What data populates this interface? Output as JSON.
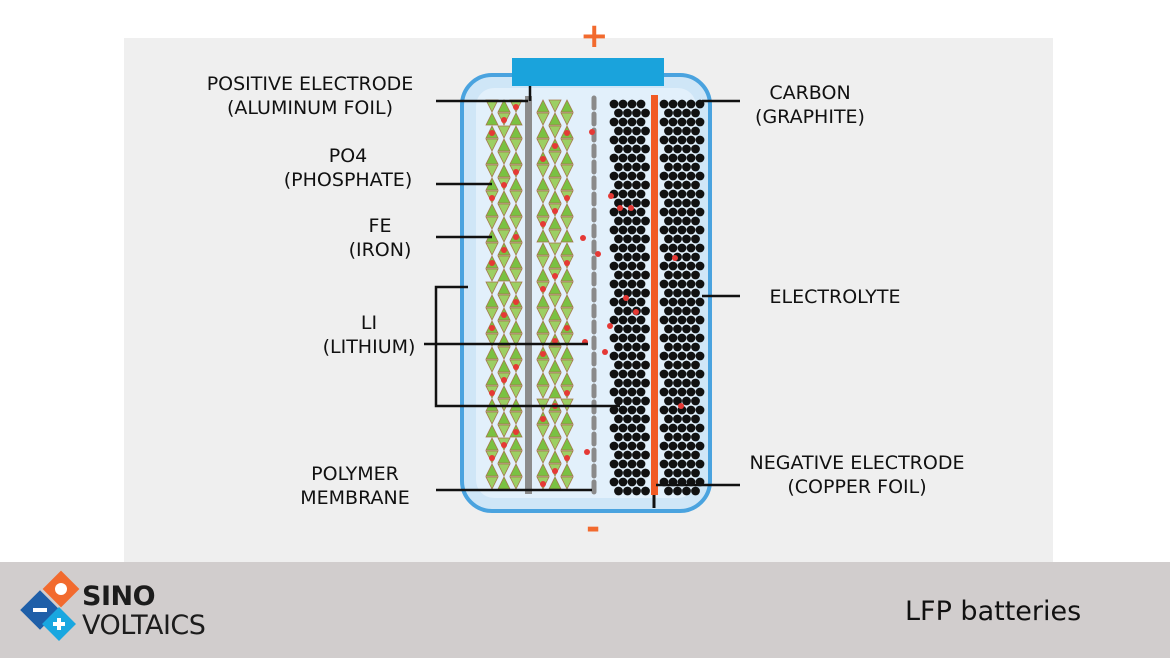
{
  "diagram": {
    "positive_sign": "+",
    "negative_sign": "-",
    "labels_left": {
      "positive_electrode": [
        "POSITIVE ELECTRODE",
        "(ALUMINUM FOIL)"
      ],
      "po4": [
        "PO4",
        "(PHOSPHATE)"
      ],
      "fe": [
        "FE",
        "(IRON)"
      ],
      "li": [
        "LI",
        "(LITHIUM)"
      ],
      "polymer": [
        "POLYMER",
        "MEMBRANE"
      ]
    },
    "labels_right": {
      "carbon": [
        "CARBON",
        "(GRAPHITE)"
      ],
      "electrolyte": [
        "ELECTROLYTE"
      ],
      "negative_electrode": [
        "NEGATIVE ELECTRODE",
        "(COPPER FOIL)"
      ]
    },
    "colors": {
      "casing_fill": "#cfe6f7",
      "casing_stroke": "#4aa3df",
      "terminal": "#1aa3dc",
      "aluminum_foil": "#8c8c8c",
      "copper_foil": "#f15a24",
      "phosphate_green": "#7ac142",
      "iron_brown": "#a5764a",
      "lithium_red": "#e53935",
      "graphite": "#111111",
      "membrane": "#8a8a8a"
    }
  },
  "footer": {
    "brand_line1": "SINO",
    "brand_line2": "VOLTAICS",
    "caption": "LFP batteries",
    "logo_icons": [
      "sun-icon",
      "minus-icon",
      "plus-icon"
    ]
  }
}
